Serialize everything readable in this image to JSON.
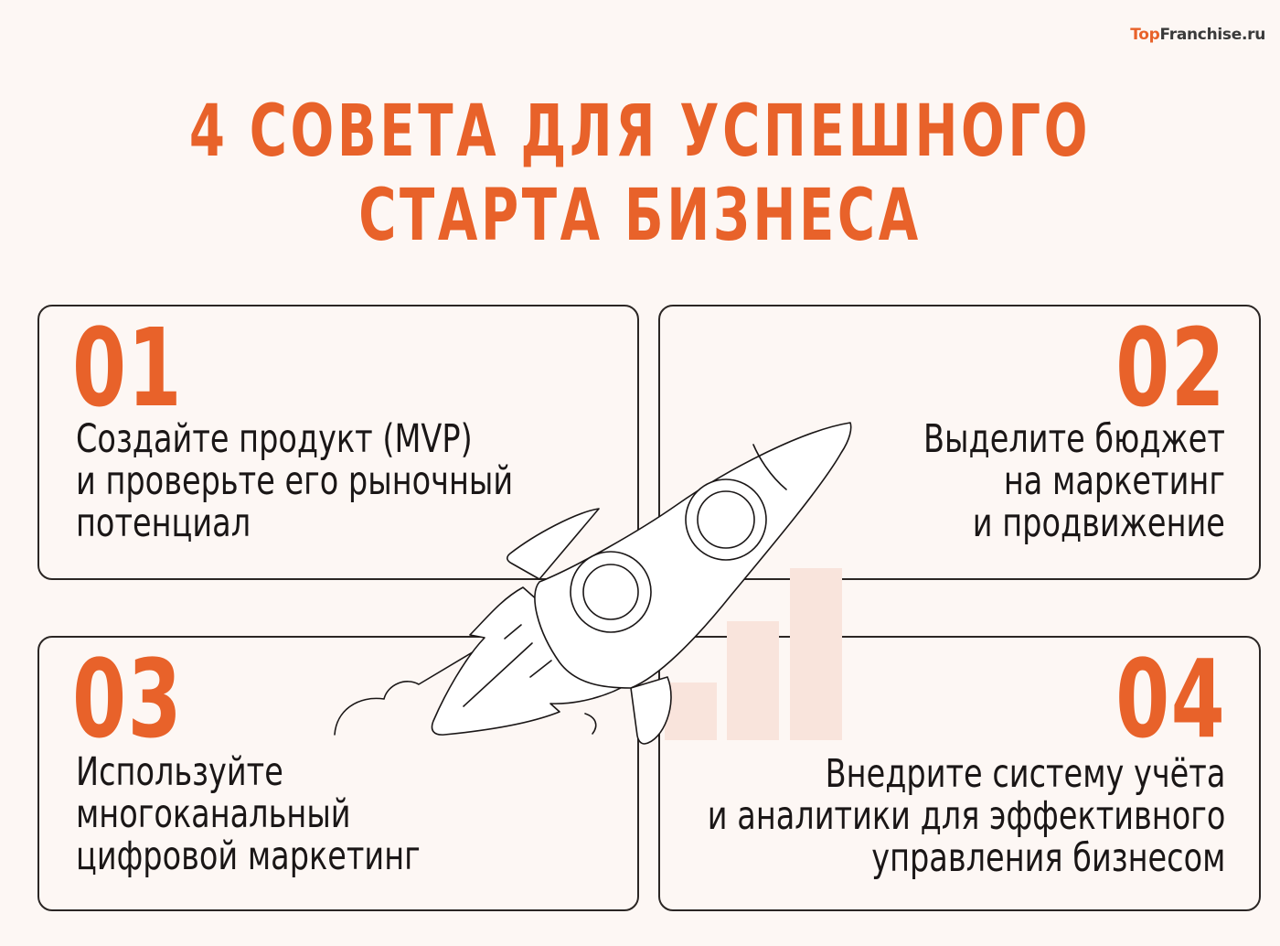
{
  "logo": {
    "part1": "Top",
    "part2": "Franchise.ru"
  },
  "title": {
    "line1": "4 СОВЕТА ДЛЯ УСПЕШНОГО",
    "line2": "СТАРТА БИЗНЕСА"
  },
  "tips": [
    {
      "number": "01",
      "lines": [
        "Создайте продукт (MVP)",
        "и проверьте его рыночный",
        "потенциал"
      ]
    },
    {
      "number": "02",
      "lines": [
        "Выделите бюджет",
        "на маркетинг",
        "и продвижение"
      ]
    },
    {
      "number": "03",
      "lines": [
        "Используйте",
        "многоканальный",
        "цифровой маркетинг"
      ]
    },
    {
      "number": "04",
      "lines": [
        "Внедрите систему учёта",
        "и аналитики для эффективного",
        "управления бизнесом"
      ]
    }
  ],
  "colors": {
    "accent": "#e8622a",
    "background": "#fdf7f4",
    "border": "#2b2624",
    "text": "#1a1616",
    "bars": "#f9e4dc"
  },
  "illustration": {
    "rocket": "rocket-icon",
    "growth_bars": "bar-chart-icon"
  }
}
